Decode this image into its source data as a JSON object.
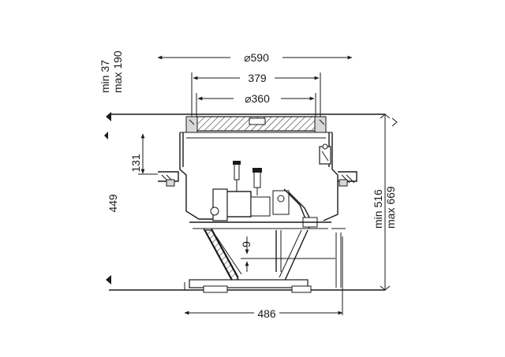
{
  "dimensions": {
    "dia_590": "⌀590",
    "w_379": "379",
    "dia_360": "⌀360",
    "min_37": "min 37",
    "max_190": "max 190",
    "h_131": "131",
    "h_449": "449",
    "min_516": "min 516",
    "max_669": "max 669",
    "h_9": "9",
    "w_486": "486"
  }
}
